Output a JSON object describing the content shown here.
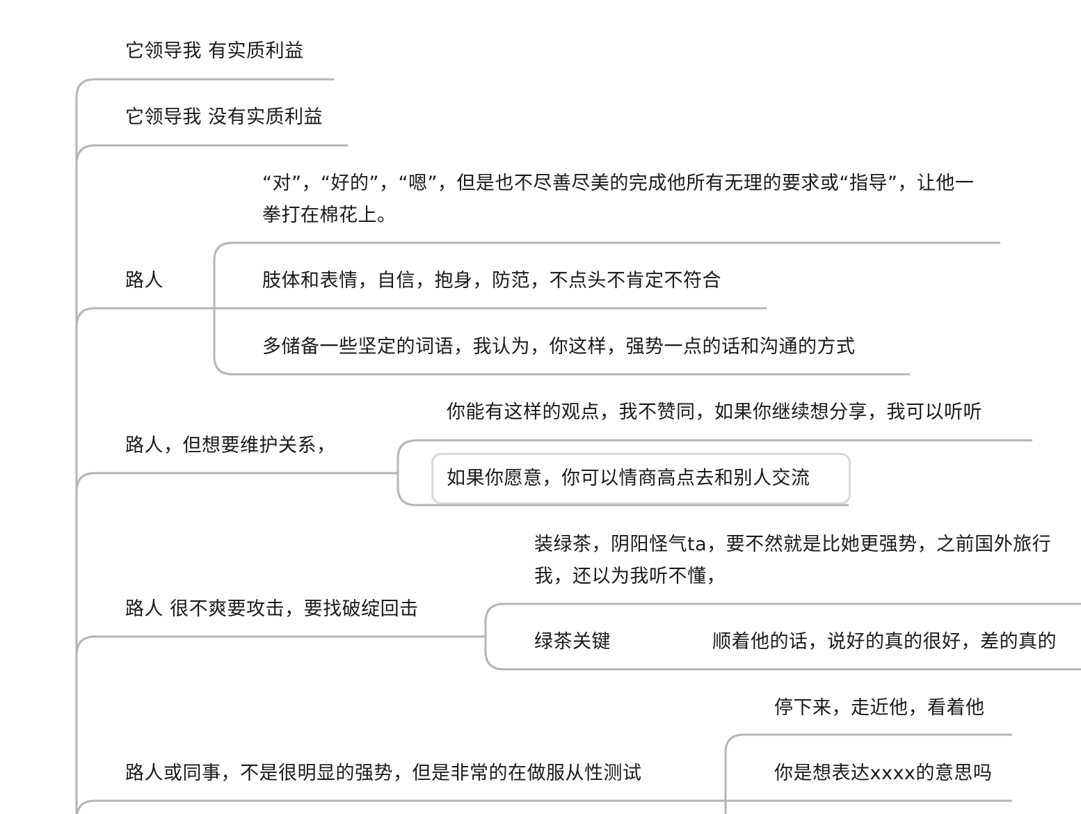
{
  "mindmap": {
    "colors": {
      "line": "#b5b5b5",
      "text": "#1a1a1a",
      "highlight": "#d9d9d9",
      "background": "#ffffff"
    },
    "branches": [
      {
        "label": "它领导我  有实质利益",
        "children": []
      },
      {
        "label": "它领导我 没有实质利益",
        "children": []
      },
      {
        "label": "路人",
        "children": [
          {
            "label": "“对”，“好的”，“嗯”，但是也不尽善尽美的完成他所有无理的要求或“指导”，让他一拳打在棉花上。"
          },
          {
            "label": "肢体和表情，自信，抱身，防范，不点头不肯定不符合"
          },
          {
            "label": "多储备一些坚定的词语，我认为，你这样，强势一点的话和沟通的方式"
          }
        ]
      },
      {
        "label": "路人，但想要维护关系，",
        "children": [
          {
            "label": "你能有这样的观点，我不赞同，如果你继续想分享，我可以听听"
          },
          {
            "label": "如果你愿意，你可以情商高点去和别人交流",
            "selected": true
          }
        ]
      },
      {
        "label": "路人 很不爽要攻击，要找破绽回击",
        "children": [
          {
            "label": "装绿茶，阴阳怪气ta，要不然就是比她更强势，之前国外旅行我，还以为我听不懂，",
            "line1": "装绿茶，阴阳怪气ta，要不然就是比她更强势，之前国外旅行",
            "line2": "我，还以为我听不懂，"
          },
          {
            "label": "绿茶关键",
            "children": [
              {
                "label": "顺着他的话，说好的真的很好，差的真的"
              }
            ]
          }
        ]
      },
      {
        "label": "路人或同事，不是很明显的强势，但是非常的在做服从性测试",
        "children": [
          {
            "label": "停下来，走近他，看着他"
          },
          {
            "label": "你是想表达xxxx的意思吗"
          }
        ]
      }
    ]
  }
}
